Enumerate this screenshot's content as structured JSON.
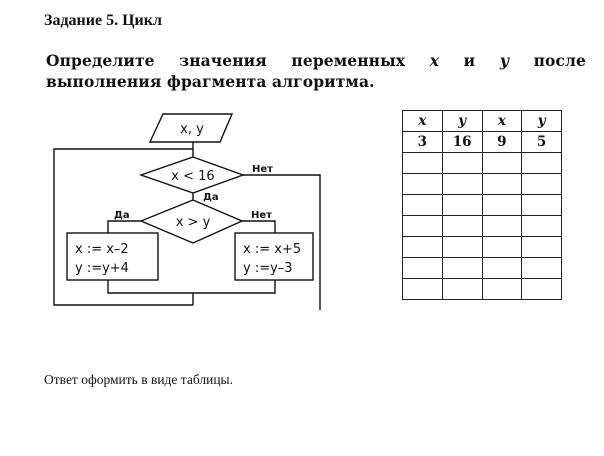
{
  "title": "Задание 5. Цикл",
  "task": {
    "part1": "Определите значения переменных ",
    "var_x": "x",
    "and": " и ",
    "var_y": "y",
    "part2": " после выполнения фрагмента алгоритма."
  },
  "flowchart": {
    "input": "x, y",
    "condition1": "x < 16",
    "condition1_no": "Нет",
    "condition1_yes": "Да",
    "condition2": "x > y",
    "condition2_yes": "Да",
    "condition2_no": "Нет",
    "left_box": [
      "x := x–2",
      "y :=y+4"
    ],
    "right_box": [
      "x := x+5",
      "y :=y–3"
    ]
  },
  "table": {
    "headers": [
      "x",
      "y",
      "x",
      "y"
    ],
    "rows": [
      [
        "3",
        "16",
        "9",
        "5"
      ],
      [
        "",
        "",
        "",
        ""
      ],
      [
        "",
        "",
        "",
        ""
      ],
      [
        "",
        "",
        "",
        ""
      ],
      [
        "",
        "",
        "",
        ""
      ],
      [
        "",
        "",
        "",
        ""
      ],
      [
        "",
        "",
        "",
        ""
      ],
      [
        "",
        "",
        "",
        ""
      ]
    ]
  },
  "answer_note": "Ответ оформить в виде таблицы."
}
